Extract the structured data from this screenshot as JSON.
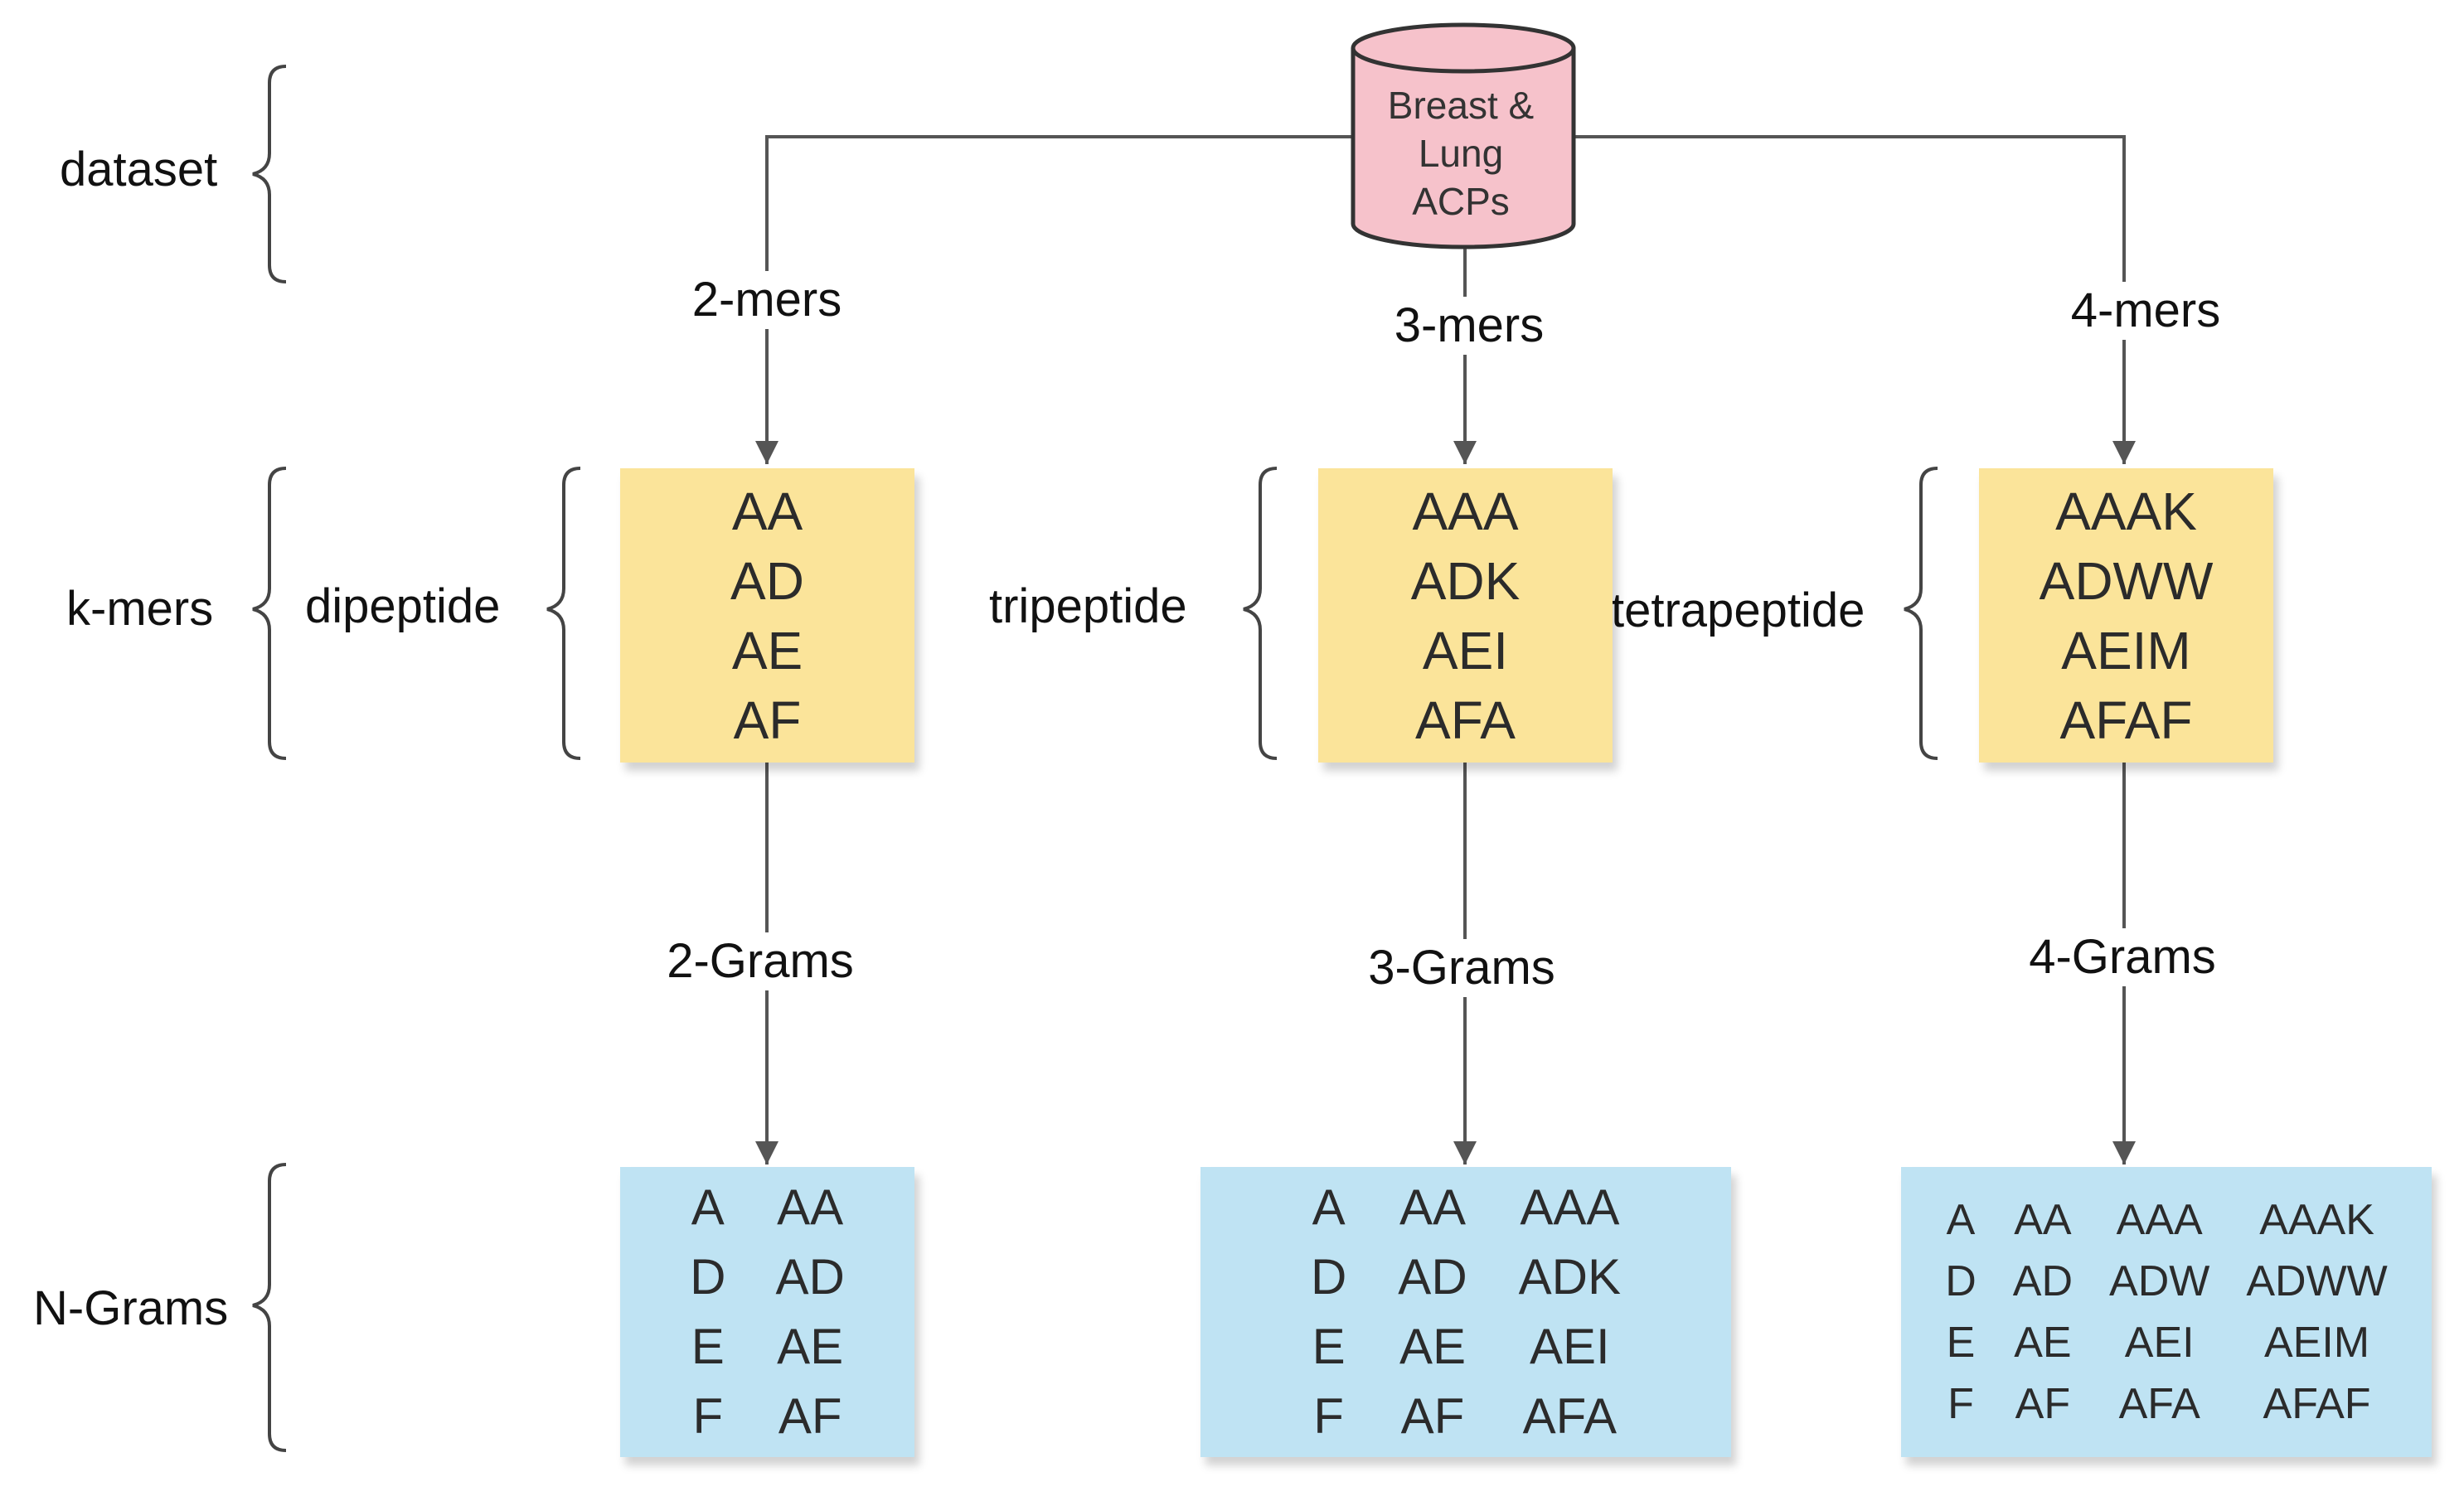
{
  "database": {
    "label": "Breast &\nLung\nACPs",
    "fill": "#f6c2cb",
    "stroke": "#333333"
  },
  "rows": {
    "dataset": "dataset",
    "kmers": "k-mers",
    "ngrams": "N-Grams"
  },
  "branches": [
    {
      "edge_top": "2-mers",
      "type": "dipeptide",
      "kmers": [
        "AA",
        "AD",
        "AE",
        "AF"
      ],
      "edge_bottom": "2-Grams",
      "ngrams": [
        [
          "A",
          "D",
          "E",
          "F"
        ],
        [
          "AA",
          "AD",
          "AE",
          "AF"
        ]
      ]
    },
    {
      "edge_top": "3-mers",
      "type": "tripeptide",
      "kmers": [
        "AAA",
        "ADK",
        "AEI",
        "AFA"
      ],
      "edge_bottom": "3-Grams",
      "ngrams": [
        [
          "A",
          "D",
          "E",
          "F"
        ],
        [
          "AA",
          "AD",
          "AE",
          "AF"
        ],
        [
          "AAA",
          "ADK",
          "AEI",
          "AFA"
        ]
      ]
    },
    {
      "edge_top": "4-mers",
      "type": "tetrapeptide",
      "kmers": [
        "AAAK",
        "ADWW",
        "AEIM",
        "AFAF"
      ],
      "edge_bottom": "4-Grams",
      "ngrams": [
        [
          "A",
          "D",
          "E",
          "F"
        ],
        [
          "AA",
          "AD",
          "AE",
          "AF"
        ],
        [
          "AAA",
          "ADW",
          "AEI",
          "AFA"
        ],
        [
          "AAAK",
          "ADWW",
          "AEIM",
          "AFAF"
        ]
      ]
    }
  ],
  "colors": {
    "kmer_note": "#fbe49a",
    "ngram_note": "#bfe3f3",
    "connector": "#555555"
  }
}
